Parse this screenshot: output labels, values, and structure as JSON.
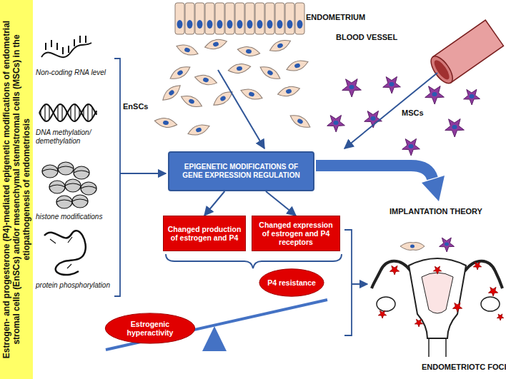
{
  "diagram": {
    "title": "Estrogen- and progesterone (P4)-mediated epigenetic modifications of endometrial stromal cells (EnSCs) and/or mesenchymal stem/stromal cells (MSCs) in the etiopathogenesis of endometriosis",
    "nodes": [
      {
        "text": [
          "EPIGENETIC MODIFICATIONS OF GENE EXPRESSION REGULATION"
        ]
      },
      {
        "text": [
          "Changed production of estrogen and P4"
        ]
      },
      {
        "text": [
          "Changed expression of estrogen and P4 receptors"
        ]
      },
      {
        "text": [
          "P4 resistance"
        ]
      },
      {
        "text": [
          "Estrogenic hyperactivity"
        ]
      }
    ],
    "edges": [
      {
        "from": 0,
        "to": 1,
        "arrow": "to"
      },
      {
        "from": 0,
        "to": 2,
        "arrow": "to"
      }
    ],
    "labels": [
      "ENDOMETRIUM",
      "BLOOD VESSEL",
      "EnSCs",
      "MSCs",
      "IMPLANTATION THEORY",
      "Non-coding RNA level",
      "DNA methylation/ demethylation",
      "histone modifications",
      "protein phosphorylation",
      "ENDOMETRIOTC FOCI"
    ]
  }
}
